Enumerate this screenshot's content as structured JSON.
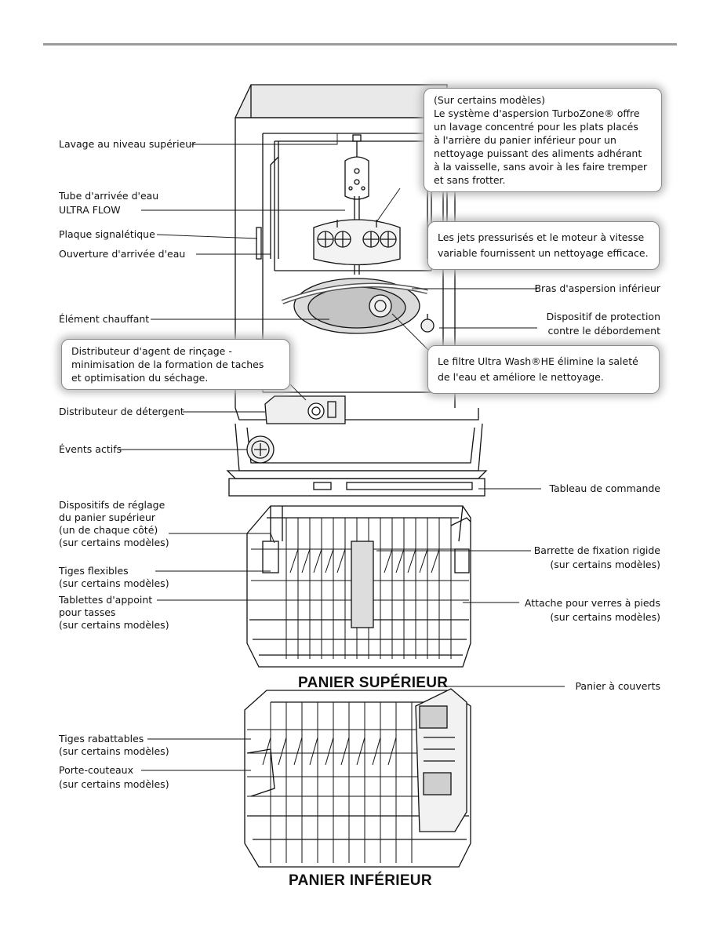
{
  "labels": {
    "upper_wash": "Lavage au niveau supérieur",
    "water_tube_1": "Tube d'arrivée d'eau",
    "water_tube_2": "ULTRA FLOW",
    "nameplate": "Plaque signalétique",
    "water_inlet": "Ouverture d'arrivée d'eau",
    "lower_spray_arm": "Bras d'aspersion inférieur",
    "heating_element": "Élément chauffant",
    "overfill_1": "Dispositif de protection",
    "overfill_2": "contre le débordement",
    "detergent_dispenser": "Distributeur de détergent",
    "active_vents": "Évents actifs",
    "control_panel": "Tableau de commande",
    "rack_adjusters_1": "Dispositifs de réglage",
    "rack_adjusters_2": "du panier supérieur",
    "rack_adjusters_3": "(un de chaque côté)",
    "rack_adjusters_4": "(sur certains modèles)",
    "rigid_clip_1": "Barrette de fixation rigide",
    "rigid_clip_2": "(sur certains modèles)",
    "flexible_tines_1": "Tiges flexibles",
    "flexible_tines_2": "(sur certains modèles)",
    "cup_shelves_1": "Tablettes d'appoint",
    "cup_shelves_2": "pour tasses",
    "cup_shelves_3": "(sur certains modèles)",
    "stemware_1": "Attache pour verres à pieds",
    "stemware_2": "(sur certains modèles)",
    "silverware_basket": "Panier à couverts",
    "fold_tines_1": "Tiges rabattables",
    "fold_tines_2": "(sur certains modèles)",
    "knife_holder_1": "Porte-couteaux",
    "knife_holder_2": "(sur certains modèles)"
  },
  "callouts": {
    "turbozone": [
      "(Sur certains modèles)",
      "Le système d'aspersion TurboZone® offre",
      "un lavage concentré pour les plats placés",
      "à l'arrière du panier inférieur pour un",
      "nettoyage puissant des aliments adhérant",
      "à la vaisselle, sans avoir à les faire tremper",
      "et sans frotter."
    ],
    "jets": [
      "Les jets pressurisés et le moteur à vitesse",
      "variable fournissent un nettoyage efficace."
    ],
    "rinse_aid": [
      "Distributeur d'agent de rinçage -",
      "minimisation de la formation de taches",
      "et optimisation du séchage."
    ],
    "filter": [
      "Le filtre Ultra Wash®HE élimine la saleté",
      "de l'eau et améliore le nettoyage."
    ]
  },
  "titles": {
    "upper_rack": "PANIER SUPÉRIEUR",
    "lower_rack": "PANIER INFÉRIEUR"
  },
  "colors": {
    "line": "#111111",
    "rule": "#9a9a9a",
    "basin_shade": "#cfcfcf",
    "callout_shadow": "#bdbdbd"
  }
}
